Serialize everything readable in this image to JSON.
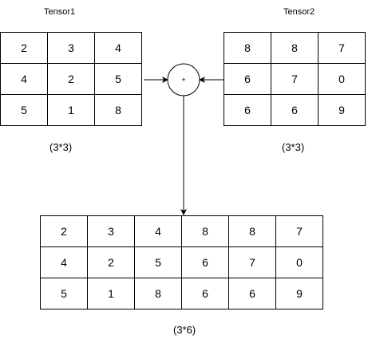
{
  "tensor1": {
    "title": "Tensor1",
    "shape": "(3*3)",
    "rows": [
      [
        "2",
        "3",
        "4"
      ],
      [
        "4",
        "2",
        "5"
      ],
      [
        "5",
        "1",
        "8"
      ]
    ]
  },
  "tensor2": {
    "title": "Tensor2",
    "shape": "(3*3)",
    "rows": [
      [
        "8",
        "8",
        "7"
      ],
      [
        "6",
        "7",
        "0"
      ],
      [
        "6",
        "6",
        "9"
      ]
    ]
  },
  "operator": {
    "symbol": "+"
  },
  "result": {
    "shape": "(3*6)",
    "rows": [
      [
        "2",
        "3",
        "4",
        "8",
        "8",
        "7"
      ],
      [
        "4",
        "2",
        "5",
        "6",
        "7",
        "0"
      ],
      [
        "5",
        "1",
        "8",
        "6",
        "6",
        "9"
      ]
    ]
  }
}
